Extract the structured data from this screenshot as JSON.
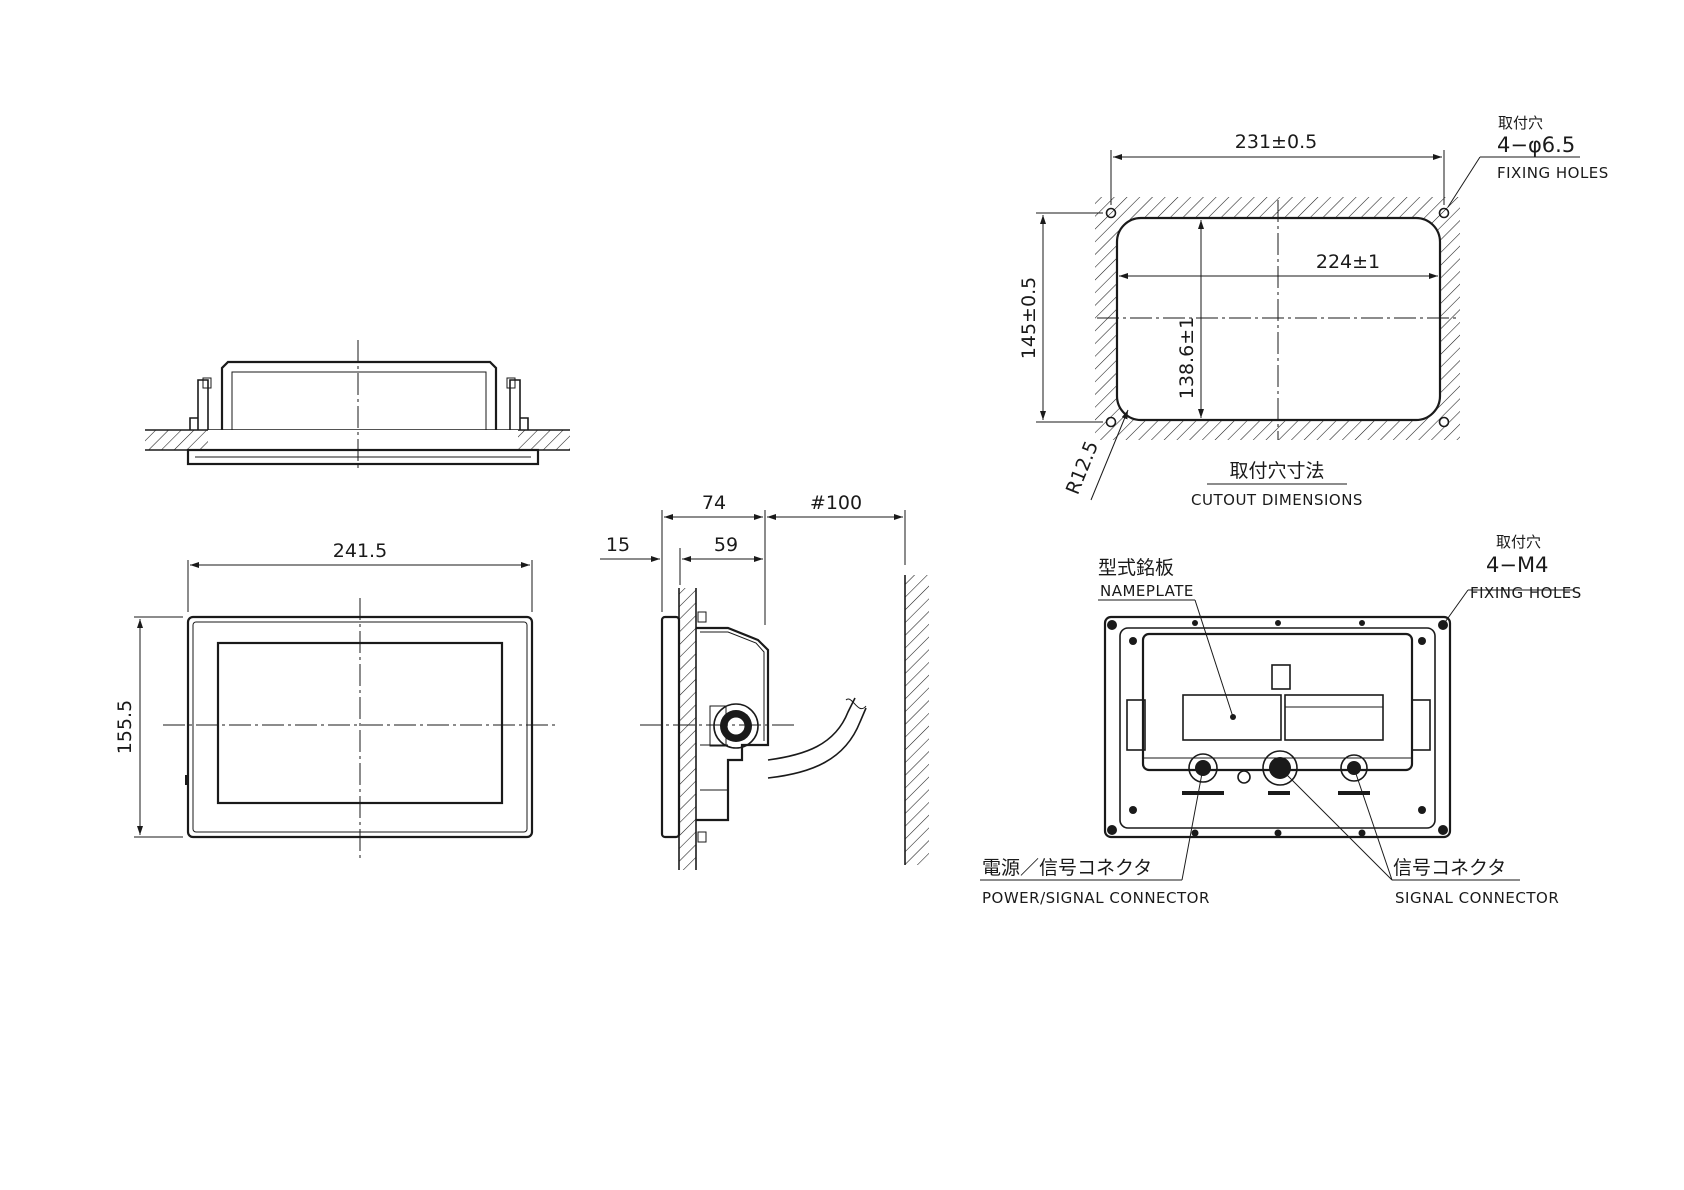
{
  "front_view": {
    "width_dim": "241.5",
    "height_dim": "155.5"
  },
  "side_view": {
    "dim_depth_total": "74",
    "dim_depth_body": "59",
    "dim_panel": "15",
    "dim_clearance": "#100"
  },
  "cutout": {
    "dim_hole_pitch_w": "231±0.5",
    "dim_hole_pitch_h": "145±0.5",
    "dim_cut_w": "224±1",
    "dim_cut_h": "138.6±1",
    "dim_radius": "R12.5",
    "fixing_holes_jp": "取付穴",
    "fixing_holes_spec": "4−φ6.5",
    "fixing_holes_en": "FIXING HOLES",
    "title_jp": "取付穴寸法",
    "title_en": "CUTOUT DIMENSIONS"
  },
  "rear_view": {
    "nameplate_jp": "型式銘板",
    "nameplate_en": "NAMEPLATE",
    "fixing_holes_jp": "取付穴",
    "fixing_holes_spec": "4−M4",
    "fixing_holes_en": "FIXING HOLES",
    "power_conn_jp": "電源／信号コネクタ",
    "power_conn_en": "POWER/SIGNAL CONNECTOR",
    "signal_conn_jp": "信号コネクタ",
    "signal_conn_en": "SIGNAL CONNECTOR"
  }
}
